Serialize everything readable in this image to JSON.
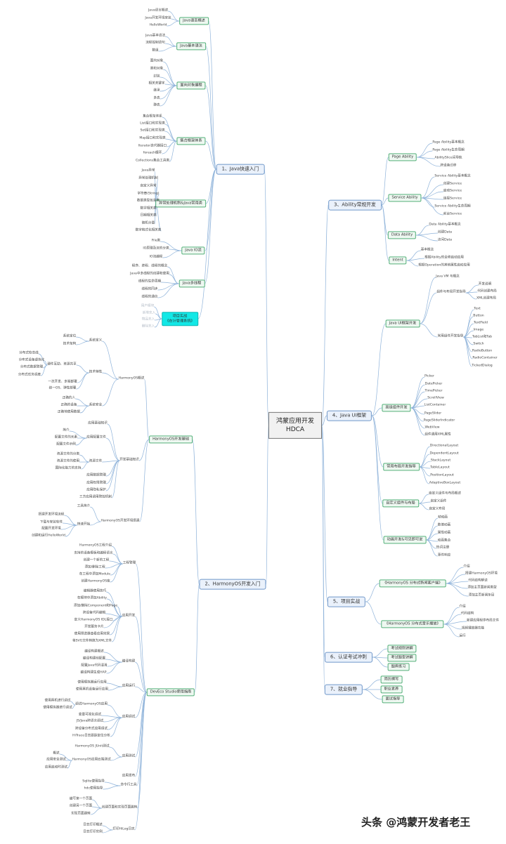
{
  "root": {
    "line1": "鸿蒙应用开发",
    "line2": "HDCA"
  },
  "branches": {
    "java_quick": "1、Java快速入门",
    "harmony_dev": "2、HarmonyOS开发入门",
    "ability": "3、Ability常规开发",
    "java_ui": "4、Java UI框架",
    "project": "5、项目实战",
    "cert": "6、认证考试冲刺",
    "job": "7、就业指导"
  },
  "java_quick": {
    "overview": {
      "label": "Java语言概述",
      "items": [
        "Java语言概述",
        "Java开发环境安装",
        "HelloWorld"
      ]
    },
    "syntax": {
      "label": "Java基本语法",
      "items": [
        "Java基本语法",
        "流程控制语句",
        "数组"
      ]
    },
    "oop": {
      "label": "面向对象编程",
      "items": [
        "面向对象",
        "类和对象",
        "封装",
        "相关关键字",
        "继承",
        "多态",
        "静态"
      ]
    },
    "collections": {
      "label": "集合框架体系",
      "items": [
        "集合框架体系",
        "List接口和实现类",
        "Set接口和实现类",
        "Map接口和实现类",
        "Iterator迭代器接口",
        "foreach循环",
        "Collections集合工具类"
      ]
    },
    "exceptions": {
      "label": "异常处理机制&Java常用类",
      "items": [
        "Java异常",
        "异常处理机制",
        "自定义异常",
        "字符串(String)",
        "数据类型包装类",
        "数学相关类",
        "日期相关类",
        "随机分量",
        "数字格式化相关类"
      ]
    },
    "io": {
      "label": "Java IO流",
      "items": [
        "File类",
        "IO原理及流的分类",
        "IO流编程"
      ]
    },
    "thread": {
      "label": "Java多线程",
      "items": [
        "程序、进程、线程的概念",
        "Java中多线程的创建和使用",
        "线程的生命周期",
        "线程的同步",
        "线程的通信"
      ]
    },
    "project": {
      "label1": "项目实战",
      "label2": "《在计管理系统》",
      "items": [
        "用户模块",
        "新增充入",
        "物品充入",
        "删除充入"
      ]
    }
  },
  "harmony_dev": {
    "basics": {
      "label": "HarmonyOS开发基础",
      "overview": {
        "label": "HarmonyOS概述",
        "sys_def": {
          "label": "系统定义",
          "items": [
            "系统定位",
            "技术架构"
          ]
        },
        "tech": {
          "label": "技术特性",
          "teamwork": {
            "label": "硬件互助、资源共享",
            "items": [
              "分布式软总线",
              "分布式设备虚拟化",
              "分布式数据管理",
              "分布式任务调度"
            ]
          },
          "items": [
            "一次开发、多端部署",
            "统一OS、弹性部署"
          ]
        },
        "security": {
          "label": "系统安全",
          "items": [
            "正确的人",
            "正确的设备",
            "正确地使用数据"
          ]
        }
      },
      "dev_base": {
        "label": "开发基础知识",
        "items_top": [
          "应用基础知识"
        ],
        "config": {
          "label": "应用配置文件",
          "items": [
            "简介",
            "配置文件的元素",
            "配置文件示例"
          ]
        },
        "resources": {
          "label": "资源文件",
          "items": [
            "资源文件的分类",
            "资源文件的使用",
            "国际化能力的支持"
          ]
        },
        "items_bottom": [
          "应用数据管理",
          "应用权限管理",
          "应用隐私保护",
          "三方应用调用管控机制"
        ]
      },
      "env": {
        "label": "HarmonyOS开发环境搭建",
        "intro": "工具简介",
        "quick": {
          "label": "快速开始",
          "items": [
            "搭建开发环境流程",
            "下载与安装软件",
            "配置开发环境",
            "创建和运行HelloWorld"
          ]
        }
      }
    },
    "deveco": {
      "label": "DevEco Studio使用指南",
      "project_mgmt": {
        "label": "工程管理",
        "items": [
          "HarmonyOS工程介绍",
          "支持的设备模板和编程语言",
          "创建一个新的工程",
          "添加/删除工程",
          "在工程中添加Module",
          "创建HarmonyOS库"
        ]
      },
      "code_dev": {
        "label": "应用开发",
        "items": [
          "编辑器使用技巧",
          "在模块中添加Ability",
          "添加/删除Component和Page",
          "跨设备代码编辑",
          "定义HarmonyOS IDL接口",
          "开发服务卡片",
          "使用预览器查看应用效果",
          "将SVG文件转换为XML文件"
        ]
      },
      "build": {
        "label": "编译构建",
        "items": [
          "编译构建概述",
          "编译构建前配置",
          "配置Java代码混淆",
          "编译构建生成HAP"
        ]
      },
      "run": {
        "label": "应用运行",
        "items": [
          "使用模拟器运行应用",
          "使用真机设备运行应用"
        ]
      },
      "debug": {
        "label": "应用调试",
        "debug_app": {
          "label": "调试HarmonyOS应用",
          "items": [
            "使用真机进行调试",
            "使用模拟器进行调试"
          ]
        },
        "items": [
          "变量可视化调试",
          "JS/Java跨语言调试",
          "跨设备分布式应用调试",
          "HiTrace日志跟踪定位分析"
        ]
      },
      "test": {
        "label": "应用测试",
        "junit": "HarmonyOS JUnit测试",
        "check": {
          "label": "HarmonyOS应用云端测试",
          "items": [
            "概述",
            "应用安全测试",
            "应用启动时测试"
          ]
        }
      },
      "publish": {
        "label": "应用发布"
      },
      "cli": {
        "label": "命令行工具",
        "items": [
          "Sqlite使用指导",
          "hdc使用指导"
        ]
      },
      "service": {
        "label": "创建页面和实现页面跳转",
        "items": [
          "编写第一个页面",
          "创建另一个页面",
          "实现页面跳转"
        ]
      },
      "log": {
        "label": "打印HiLog日志",
        "items": [
          "日志打印概述",
          "日志打印实例"
        ]
      }
    }
  },
  "ability": {
    "page": {
      "label": "Page Ability",
      "items": [
        "Page Ability基本概念",
        "Page Ability生命周期",
        "AbilitySlice间导航",
        "跨设备迁移"
      ]
    },
    "service": {
      "label": "Service Ability",
      "items": [
        "Service Ability基本概念",
        "创建Service",
        "启动Service",
        "连接Service",
        "Service Ability生命周期",
        "前台Service"
      ]
    },
    "data": {
      "label": "Data Ability",
      "items": [
        "Data Ability基本概念",
        "创建Data",
        "访问Data"
      ]
    },
    "intent": {
      "label": "Intent",
      "items": [
        "基本概念",
        "根据Ability的全称启动应用",
        "根据Operation的其他属性启动应用"
      ]
    }
  },
  "java_ui": {
    "ui_dev": {
      "label": "Java UI框架开发",
      "vm": "Java VM 与概念",
      "layout": {
        "label": "组件与布局开发指导",
        "items": [
          "开发说明",
          "代码创建布局",
          "XML创建布局"
        ]
      },
      "common": {
        "label": "常用组件开发指导",
        "items": [
          "Text",
          "Button",
          "TextField",
          "Image",
          "TabList和Tab",
          "Switch",
          "RadioButton",
          "RadioContainer",
          "TickedDialog"
        ]
      }
    },
    "advanced": {
      "label": "高级组件开发",
      "items": [
        "Picker",
        "DatePicker",
        "TimePicker",
        "ScrollView",
        "ListContainer",
        "PageSlider",
        "PageSliderIndicator",
        "WebView",
        "组件通用XML属性"
      ]
    },
    "common_layout": {
      "label": "常用布局开发指导",
      "items": [
        "DirectionalLayout",
        "DependentLayout",
        "StackLayout",
        "TableLayout",
        "PositionLayout",
        "AdaptiveBoxLayout"
      ]
    },
    "custom": {
      "label": "自定义组件与布局",
      "items": [
        "自定义组件与布局概述",
        "自定义组件",
        "自定义布局"
      ]
    },
    "animation": {
      "label": "动画开发&可见即可说",
      "items": [
        "帧动画",
        "数值动画",
        "属性动画",
        "动画集合",
        "热词注册",
        "事件响应"
      ]
    }
  },
  "project": {
    "news": {
      "label": "《HarmonyOS 分布式新闻客户端》",
      "items": [
        "介绍",
        "搭建HarmonyOS环境",
        "代码结构解读",
        "添加主页面新闻类型",
        "添加主页新闻条目"
      ]
    },
    "music": {
      "label": "《HarmonyOS 分布式音乐播放》",
      "items": [
        "介绍",
        "代码结构",
        "新建应用程序布局文件",
        "视频播放器功能",
        "运行"
      ]
    }
  },
  "cert": {
    "items": [
      "考试规则讲解",
      "考试题型讲解",
      "题库练习"
    ]
  },
  "job": {
    "items": [
      "简历撰写",
      "职业素养",
      "面试指导"
    ]
  },
  "watermark": "头条 @鸿蒙开发者老王"
}
